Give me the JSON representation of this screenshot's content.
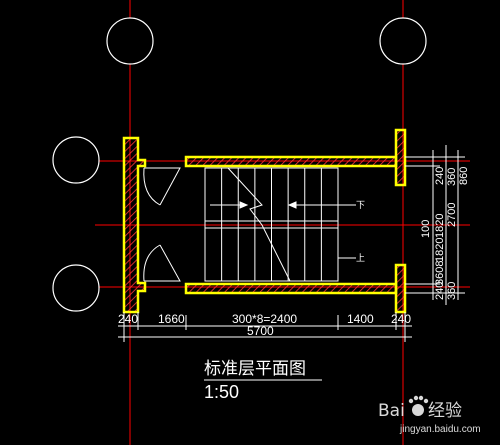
{
  "drawing": {
    "title": "标准层平面图",
    "scale": "1:50",
    "stair_up_label": "上",
    "stair_down_label": "下",
    "horizontal_dims": {
      "segments": [
        "240",
        "1660",
        "300*8=2400",
        "1400",
        "240"
      ],
      "total": "5700"
    },
    "vertical_dims": {
      "right_inner": [
        "240",
        "1820",
        "100",
        "1820",
        "240"
      ],
      "right_outer": [
        "360",
        "2700",
        "360"
      ],
      "upper_extra": "860",
      "lower_extra": "3608"
    }
  },
  "watermark": {
    "brand": "Bai",
    "brand_cn": "经验",
    "url": "jingyan.baidu.com"
  },
  "colors": {
    "background": "#000000",
    "wall": "#ffff00",
    "axis": "#ff0000",
    "lines": "#ffffff"
  }
}
